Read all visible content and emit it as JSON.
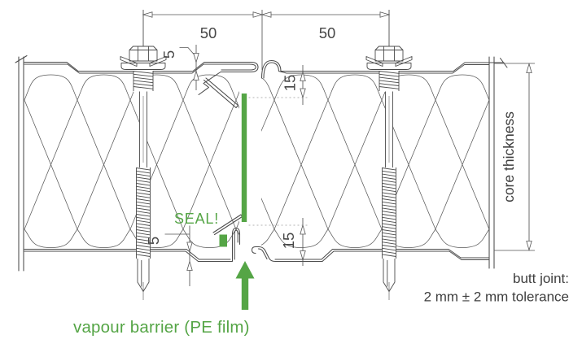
{
  "figure": {
    "type": "technical-drawing",
    "dimensions": {
      "screw_spacing_left_mm": "50",
      "screw_spacing_right_mm": "50",
      "top_step_mm": "5",
      "bottom_step_mm": "5",
      "top_joint_depth_mm": "15",
      "bottom_joint_depth_mm": "15"
    },
    "annotations": {
      "core_thickness": "core thickness",
      "butt_joint_line1": "butt joint:",
      "butt_joint_line2": "2 mm ± 2 mm tolerance",
      "seal": "SEAL!",
      "vapour_barrier": "vapour barrier (PE film)"
    },
    "colors": {
      "line": "#4b4b4b",
      "dimension": "#555555",
      "accent_green": "#55a546",
      "text": "#3e3e3e",
      "background": "#ffffff"
    }
  }
}
